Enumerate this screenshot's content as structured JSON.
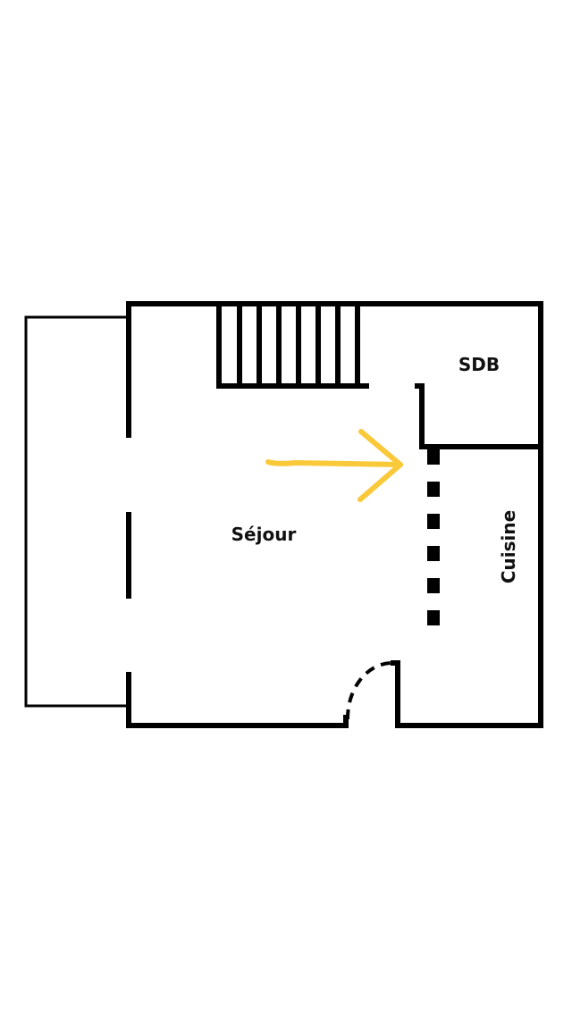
{
  "plan": {
    "rooms": {
      "sdb": "SDB",
      "sejour": "Séjour",
      "cuisine": "Cuisine"
    },
    "stair_steps": 8,
    "colors": {
      "wall": "#000000",
      "arrow": "#F9C93A",
      "background": "#FFFFFF"
    }
  }
}
